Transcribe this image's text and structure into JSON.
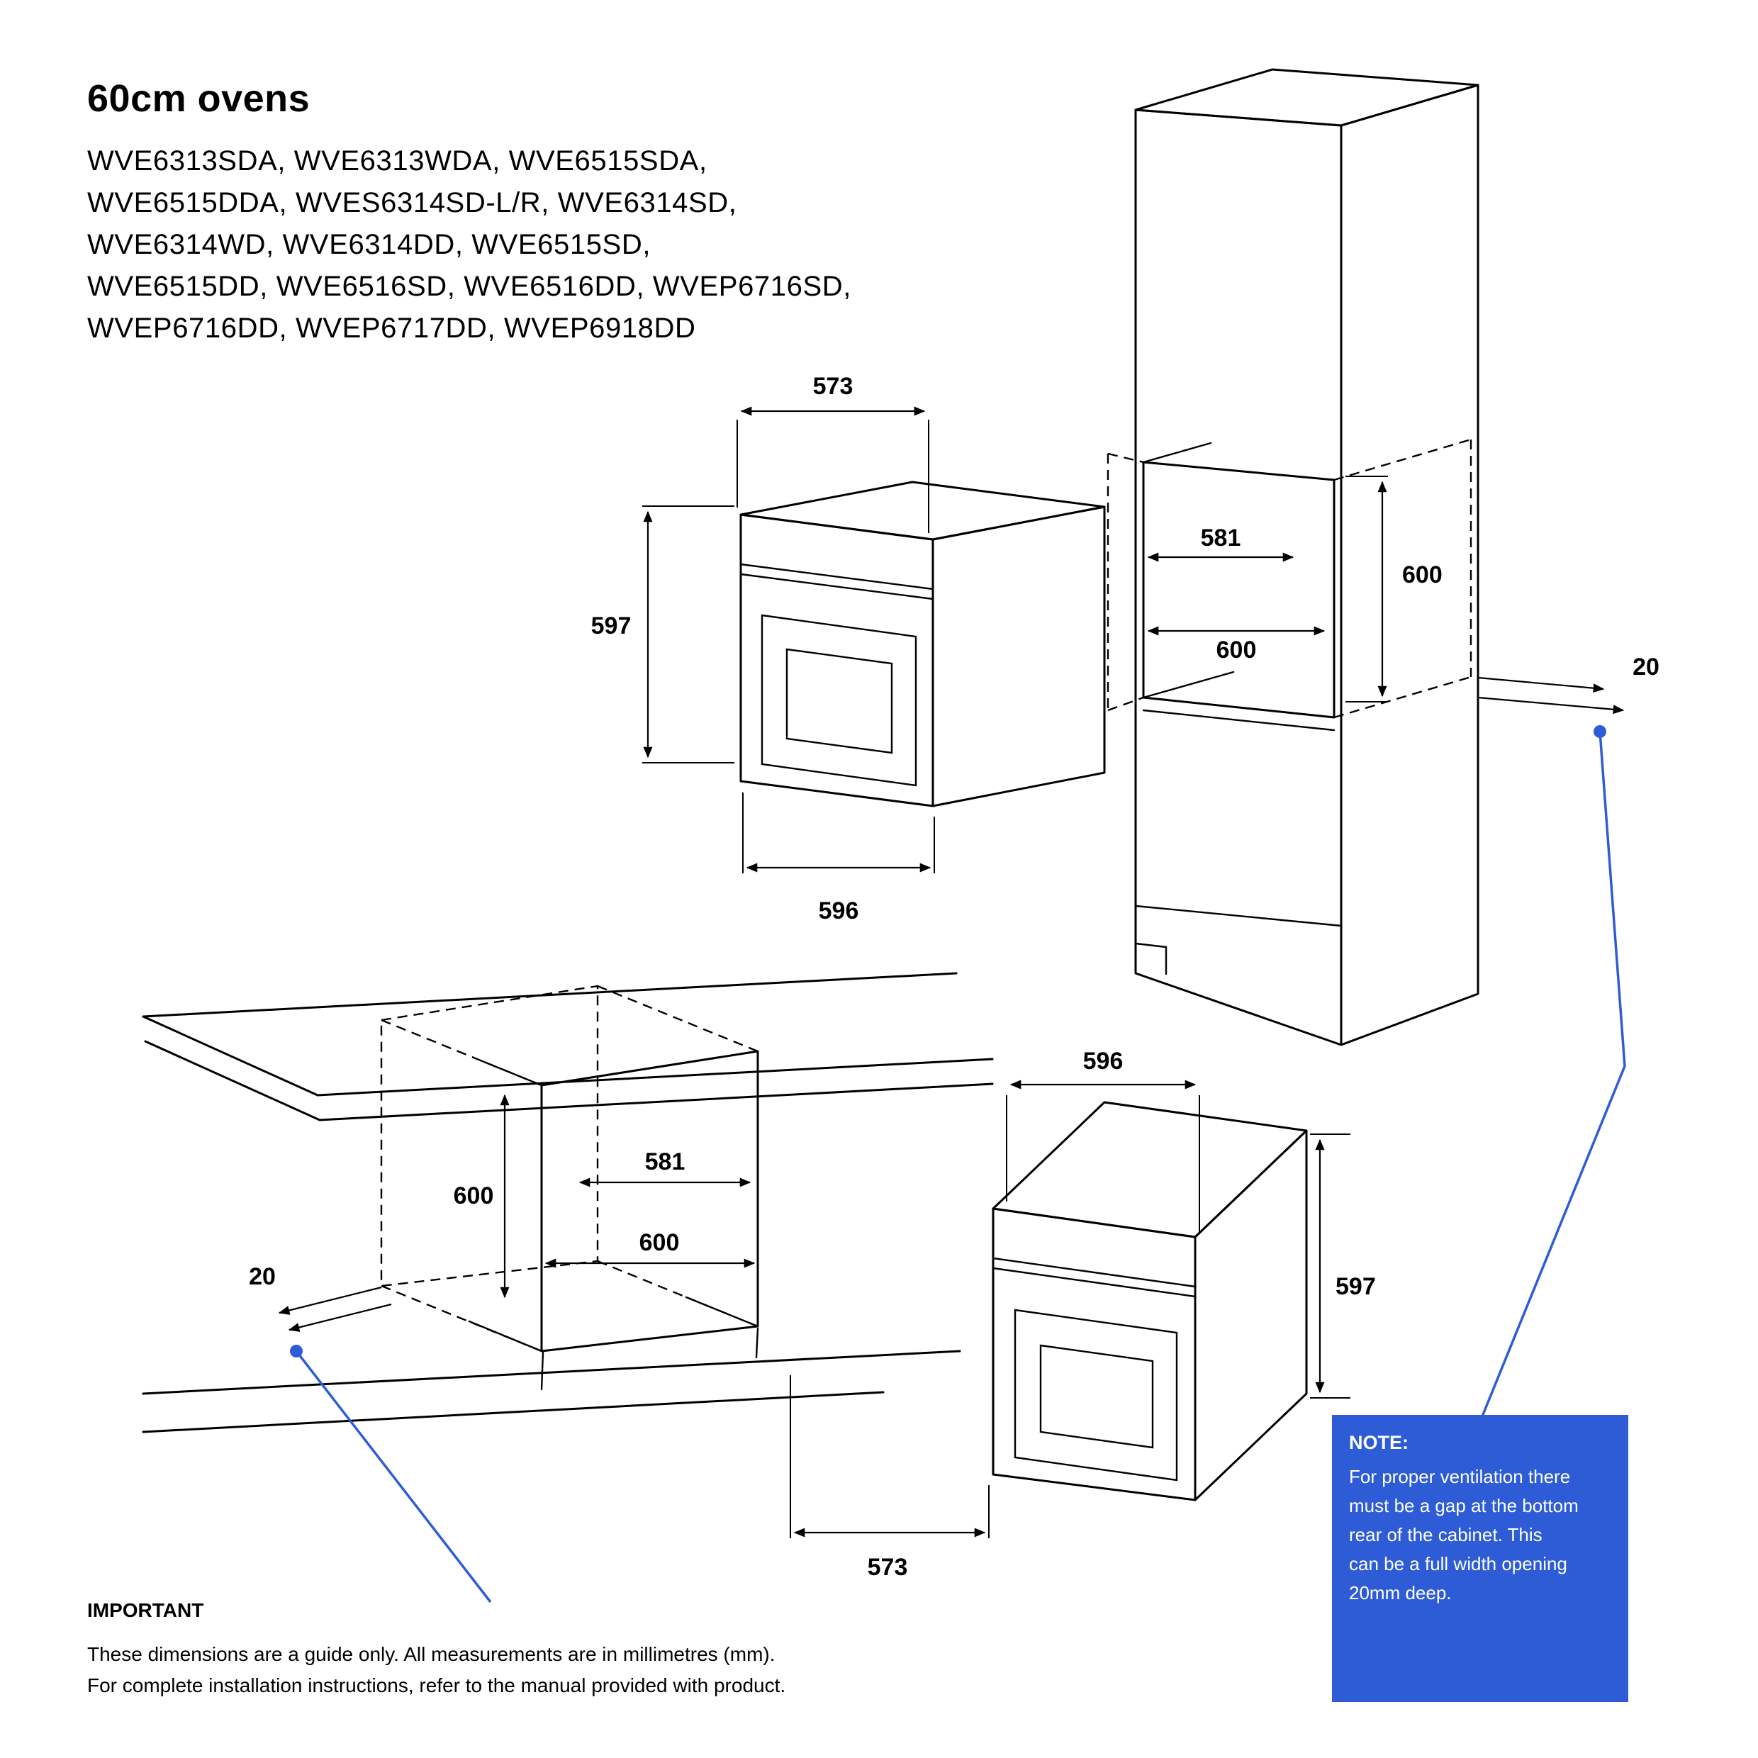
{
  "colors": {
    "accent_blue": "#2e5cd6",
    "line_black": "#000000"
  },
  "header": {
    "title": "60cm ovens",
    "model_lines": [
      "WVE6313SDA, WVE6313WDA, WVE6515SDA,",
      "WVE6515DDA, WVES6314SD-L/R, WVE6314SD,",
      "WVE6314WD, WVE6314DD, WVE6515SD,",
      "WVE6515DD, WVE6516SD, WVE6516DD, WVEP6716SD,",
      "WVEP6716DD, WVEP6717DD, WVEP6918DD"
    ]
  },
  "diagram_top": {
    "oven": {
      "depth_top": "573",
      "height": "597",
      "width_bottom": "596"
    },
    "cabinet_cutout": {
      "width": "581",
      "height": "600",
      "depth": "600",
      "rear_gap": "20"
    }
  },
  "diagram_bottom": {
    "bench_cutout": {
      "height": "600",
      "width": "581",
      "depth": "600",
      "rear_gap": "20"
    },
    "oven": {
      "width_top": "596",
      "height": "597",
      "depth_bottom": "573"
    }
  },
  "note": {
    "heading": "NOTE:",
    "lines": [
      "For proper ventilation there",
      "must be a gap at the bottom",
      "rear of the cabinet. This",
      "can be a full width opening",
      "20mm deep."
    ]
  },
  "important": {
    "heading": "IMPORTANT",
    "lines": [
      "These dimensions are a guide only. All measurements are in millimetres (mm).",
      "For complete installation instructions, refer to the manual provided with product."
    ]
  }
}
